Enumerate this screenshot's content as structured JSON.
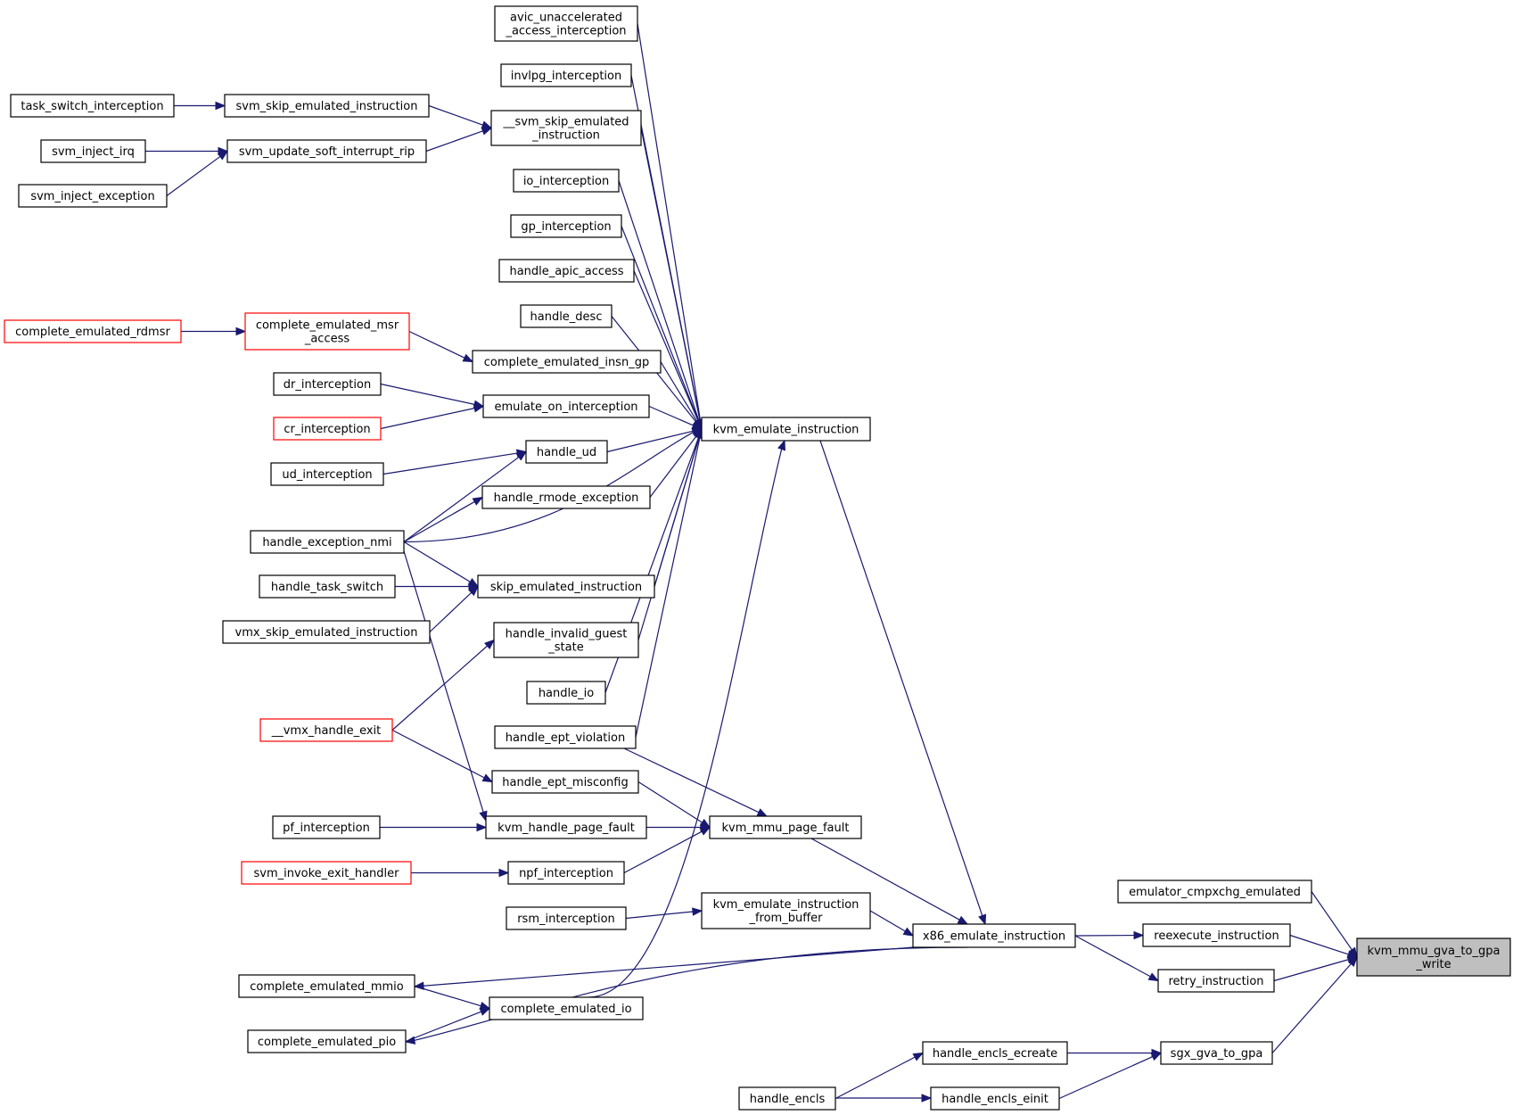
{
  "title": "",
  "nodes": [
    {
      "id": "avic",
      "lines": [
        "avic_unaccelerated",
        "_access_interception"
      ],
      "style": "normal"
    },
    {
      "id": "invlpg",
      "lines": [
        "invlpg_interception"
      ],
      "style": "normal"
    },
    {
      "id": "svm_skip_emul",
      "lines": [
        "__svm_skip_emulated",
        "_instruction"
      ],
      "style": "normal"
    },
    {
      "id": "io_int",
      "lines": [
        "io_interception"
      ],
      "style": "normal"
    },
    {
      "id": "gp_int",
      "lines": [
        "gp_interception"
      ],
      "style": "normal"
    },
    {
      "id": "apic",
      "lines": [
        "handle_apic_access"
      ],
      "style": "normal"
    },
    {
      "id": "desc",
      "lines": [
        "handle_desc"
      ],
      "style": "normal"
    },
    {
      "id": "insn_gp",
      "lines": [
        "complete_emulated_insn_gp"
      ],
      "style": "normal"
    },
    {
      "id": "emul_on_int",
      "lines": [
        "emulate_on_interception"
      ],
      "style": "normal"
    },
    {
      "id": "ud",
      "lines": [
        "handle_ud"
      ],
      "style": "normal"
    },
    {
      "id": "rmode",
      "lines": [
        "handle_rmode_exception"
      ],
      "style": "normal"
    },
    {
      "id": "skip",
      "lines": [
        "skip_emulated_instruction"
      ],
      "style": "normal"
    },
    {
      "id": "invalid_guest",
      "lines": [
        "handle_invalid_guest",
        "_state"
      ],
      "style": "normal"
    },
    {
      "id": "hio",
      "lines": [
        "handle_io"
      ],
      "style": "normal"
    },
    {
      "id": "ept_viol",
      "lines": [
        "handle_ept_violation"
      ],
      "style": "normal"
    },
    {
      "id": "ept_mis",
      "lines": [
        "handle_ept_misconfig"
      ],
      "style": "normal"
    },
    {
      "id": "kvm_hpf",
      "lines": [
        "kvm_handle_page_fault"
      ],
      "style": "normal"
    },
    {
      "id": "npf",
      "lines": [
        "npf_interception"
      ],
      "style": "normal"
    },
    {
      "id": "rsm",
      "lines": [
        "rsm_interception"
      ],
      "style": "normal"
    },
    {
      "id": "c_io",
      "lines": [
        "complete_emulated_io"
      ],
      "style": "normal"
    },
    {
      "id": "c_mmio",
      "lines": [
        "complete_emulated_mmio"
      ],
      "style": "normal"
    },
    {
      "id": "c_pio",
      "lines": [
        "complete_emulated_pio"
      ],
      "style": "normal"
    },
    {
      "id": "task_sw_int",
      "lines": [
        "task_switch_interception"
      ],
      "style": "normal"
    },
    {
      "id": "svm_skip",
      "lines": [
        "svm_skip_emulated_instruction"
      ],
      "style": "normal"
    },
    {
      "id": "svm_irq",
      "lines": [
        "svm_inject_irq"
      ],
      "style": "normal"
    },
    {
      "id": "svm_soft",
      "lines": [
        "svm_update_soft_interrupt_rip"
      ],
      "style": "normal"
    },
    {
      "id": "svm_exc",
      "lines": [
        "svm_inject_exception"
      ],
      "style": "normal"
    },
    {
      "id": "rdmsr",
      "lines": [
        "complete_emulated_rdmsr"
      ],
      "style": "red"
    },
    {
      "id": "msr_acc",
      "lines": [
        "complete_emulated_msr",
        "_access"
      ],
      "style": "red"
    },
    {
      "id": "dr_int",
      "lines": [
        "dr_interception"
      ],
      "style": "normal"
    },
    {
      "id": "cr_int",
      "lines": [
        "cr_interception"
      ],
      "style": "red"
    },
    {
      "id": "ud_int",
      "lines": [
        "ud_interception"
      ],
      "style": "normal"
    },
    {
      "id": "exc_nmi",
      "lines": [
        "handle_exception_nmi"
      ],
      "style": "normal"
    },
    {
      "id": "task_sw",
      "lines": [
        "handle_task_switch"
      ],
      "style": "normal"
    },
    {
      "id": "vmx_skip",
      "lines": [
        "vmx_skip_emulated_instruction"
      ],
      "style": "normal"
    },
    {
      "id": "vmx_exit",
      "lines": [
        "__vmx_handle_exit"
      ],
      "style": "red"
    },
    {
      "id": "pf_int",
      "lines": [
        "pf_interception"
      ],
      "style": "normal"
    },
    {
      "id": "svm_invoke",
      "lines": [
        "svm_invoke_exit_handler"
      ],
      "style": "red"
    },
    {
      "id": "kvm_emul",
      "lines": [
        "kvm_emulate_instruction"
      ],
      "style": "normal"
    },
    {
      "id": "mmu_pf",
      "lines": [
        "kvm_mmu_page_fault"
      ],
      "style": "normal"
    },
    {
      "id": "emul_buf",
      "lines": [
        "kvm_emulate_instruction",
        "_from_buffer"
      ],
      "style": "normal"
    },
    {
      "id": "x86",
      "lines": [
        "x86_emulate_instruction"
      ],
      "style": "normal"
    },
    {
      "id": "encls_ecreate",
      "lines": [
        "handle_encls_ecreate"
      ],
      "style": "normal"
    },
    {
      "id": "encls",
      "lines": [
        "handle_encls"
      ],
      "style": "normal"
    },
    {
      "id": "encls_einit",
      "lines": [
        "handle_encls_einit"
      ],
      "style": "normal"
    },
    {
      "id": "cmpxchg",
      "lines": [
        "emulator_cmpxchg_emulated"
      ],
      "style": "normal"
    },
    {
      "id": "reexec",
      "lines": [
        "reexecute_instruction"
      ],
      "style": "normal"
    },
    {
      "id": "retry",
      "lines": [
        "retry_instruction"
      ],
      "style": "normal"
    },
    {
      "id": "sgx",
      "lines": [
        "sgx_gva_to_gpa"
      ],
      "style": "normal"
    },
    {
      "id": "target",
      "lines": [
        "kvm_mmu_gva_to_gpa",
        "_write"
      ],
      "style": "focus"
    }
  ],
  "edges": [
    [
      "avic",
      "kvm_emul"
    ],
    [
      "invlpg",
      "kvm_emul"
    ],
    [
      "svm_skip_emul",
      "kvm_emul"
    ],
    [
      "io_int",
      "kvm_emul"
    ],
    [
      "gp_int",
      "kvm_emul"
    ],
    [
      "apic",
      "kvm_emul"
    ],
    [
      "desc",
      "kvm_emul"
    ],
    [
      "insn_gp",
      "kvm_emul"
    ],
    [
      "emul_on_int",
      "kvm_emul"
    ],
    [
      "ud",
      "kvm_emul"
    ],
    [
      "rmode",
      "kvm_emul"
    ],
    [
      "exc_nmi",
      "kvm_emul"
    ],
    [
      "skip",
      "kvm_emul"
    ],
    [
      "invalid_guest",
      "kvm_emul"
    ],
    [
      "hio",
      "kvm_emul"
    ],
    [
      "ept_viol",
      "kvm_emul"
    ],
    [
      "c_io",
      "kvm_emul"
    ],
    [
      "task_sw_int",
      "svm_skip"
    ],
    [
      "svm_skip",
      "svm_skip_emul"
    ],
    [
      "svm_soft",
      "svm_skip_emul"
    ],
    [
      "svm_irq",
      "svm_soft"
    ],
    [
      "svm_exc",
      "svm_soft"
    ],
    [
      "rdmsr",
      "msr_acc"
    ],
    [
      "msr_acc",
      "insn_gp"
    ],
    [
      "dr_int",
      "emul_on_int"
    ],
    [
      "cr_int",
      "emul_on_int"
    ],
    [
      "ud_int",
      "ud"
    ],
    [
      "exc_nmi",
      "ud"
    ],
    [
      "exc_nmi",
      "rmode"
    ],
    [
      "exc_nmi",
      "skip"
    ],
    [
      "exc_nmi",
      "kvm_hpf"
    ],
    [
      "task_sw",
      "skip"
    ],
    [
      "vmx_skip",
      "skip"
    ],
    [
      "vmx_exit",
      "invalid_guest"
    ],
    [
      "vmx_exit",
      "ept_mis"
    ],
    [
      "ept_viol",
      "mmu_pf"
    ],
    [
      "ept_mis",
      "mmu_pf"
    ],
    [
      "kvm_hpf",
      "mmu_pf"
    ],
    [
      "npf",
      "mmu_pf"
    ],
    [
      "pf_int",
      "kvm_hpf"
    ],
    [
      "svm_invoke",
      "npf"
    ],
    [
      "rsm",
      "emul_buf"
    ],
    [
      "mmu_pf",
      "x86"
    ],
    [
      "emul_buf",
      "x86"
    ],
    [
      "kvm_emul",
      "x86"
    ],
    [
      "x86",
      "c_mmio"
    ],
    [
      "x86",
      "c_pio"
    ],
    [
      "c_mmio",
      "c_io"
    ],
    [
      "c_pio",
      "c_io"
    ],
    [
      "x86",
      "reexec"
    ],
    [
      "x86",
      "retry"
    ],
    [
      "cmpxchg",
      "target"
    ],
    [
      "reexec",
      "target"
    ],
    [
      "retry",
      "target"
    ],
    [
      "sgx",
      "target"
    ],
    [
      "encls_ecreate",
      "sgx"
    ],
    [
      "encls_einit",
      "sgx"
    ],
    [
      "encls",
      "encls_ecreate"
    ],
    [
      "encls",
      "encls_einit"
    ]
  ]
}
